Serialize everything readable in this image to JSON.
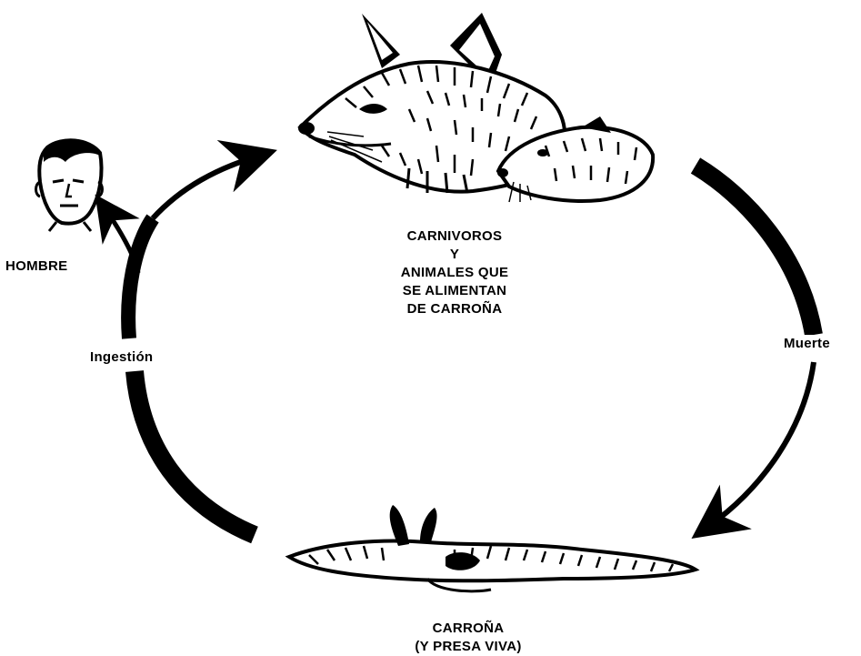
{
  "labels": {
    "carnivoros": [
      "CARNIVOROS",
      "Y",
      "ANIMALES QUE",
      "SE ALIMENTAN",
      "DE CARROÑA"
    ],
    "carrona": [
      "CARROÑA",
      "(Y PRESA VIVA)"
    ],
    "hombre": "HOMBRE",
    "ingestion": "Ingestión",
    "muerte": "Muerte"
  },
  "icons": {
    "top": "carnivore-animals-illustration",
    "bottom": "carrion-illustration",
    "left": "human-face-illustration"
  },
  "colors": {
    "ink": "#000000",
    "background": "#ffffff"
  }
}
